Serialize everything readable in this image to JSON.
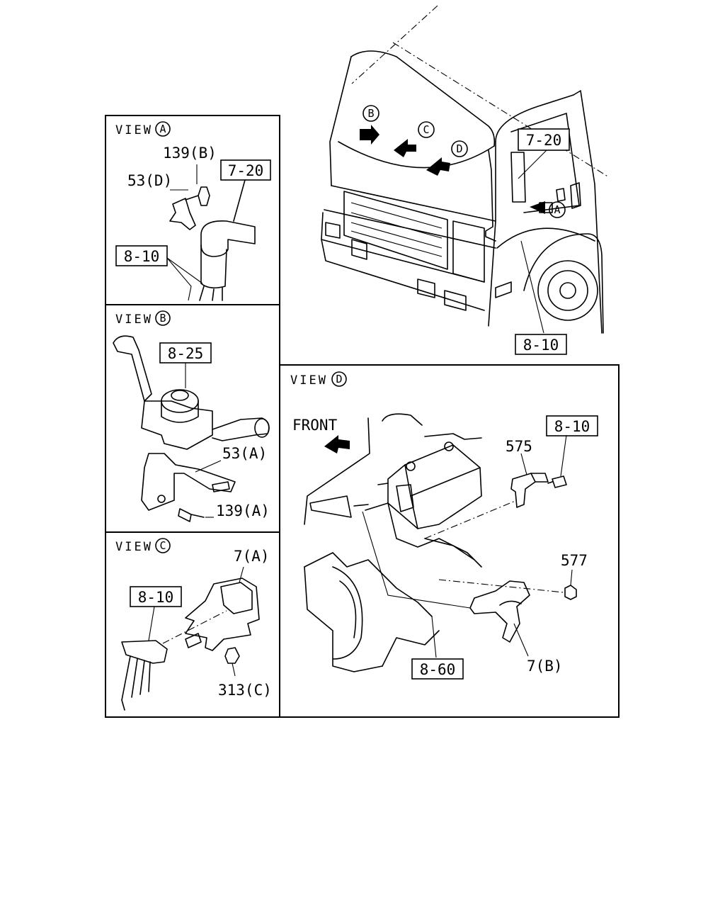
{
  "views": {
    "a": {
      "word": "VIEW",
      "letter": "A"
    },
    "b": {
      "word": "VIEW",
      "letter": "B"
    },
    "c": {
      "word": "VIEW",
      "letter": "C"
    },
    "d": {
      "word": "VIEW",
      "letter": "D"
    }
  },
  "callouts": {
    "truck_arrow_b": "B",
    "truck_arrow_c": "C",
    "truck_arrow_d": "D",
    "truck_arrow_a": "A"
  },
  "labels": {
    "truck_7_20": "7-20",
    "truck_8_10": "8-10",
    "a_139b": "139(B)",
    "a_53d": "53(D)",
    "a_7_20": "7-20",
    "a_8_10": "8-10",
    "b_8_25": "8-25",
    "b_53a": "53(A)",
    "b_139a": "139(A)",
    "c_7a": "7(A)",
    "c_8_10": "8-10",
    "c_313c": "313(C)",
    "d_front": "FRONT",
    "d_8_10": "8-10",
    "d_575": "575",
    "d_577": "577",
    "d_7b": "7(B)",
    "d_8_60": "8-60"
  }
}
